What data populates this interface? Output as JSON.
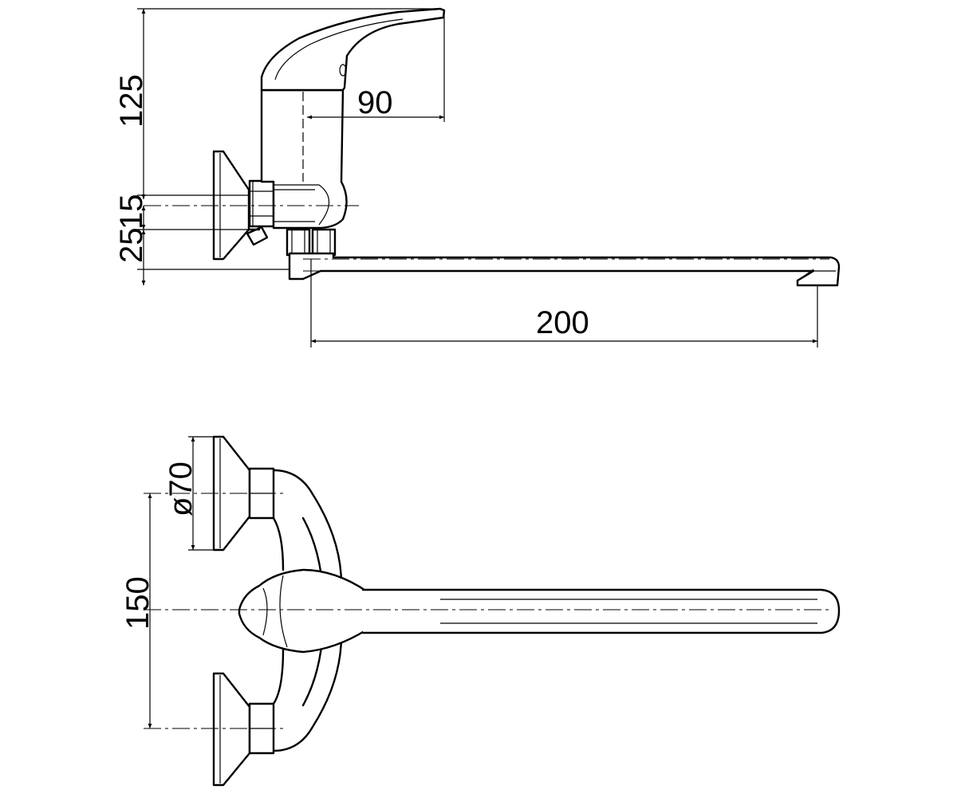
{
  "drawing": {
    "side_view": {
      "dimensions": {
        "height_top": "125",
        "lever_reach": "90",
        "offset_upper": "15",
        "offset_lower": "25",
        "spout_length": "200"
      }
    },
    "top_view": {
      "dimensions": {
        "flange_diameter": "ø70",
        "center_distance": "150"
      }
    }
  }
}
